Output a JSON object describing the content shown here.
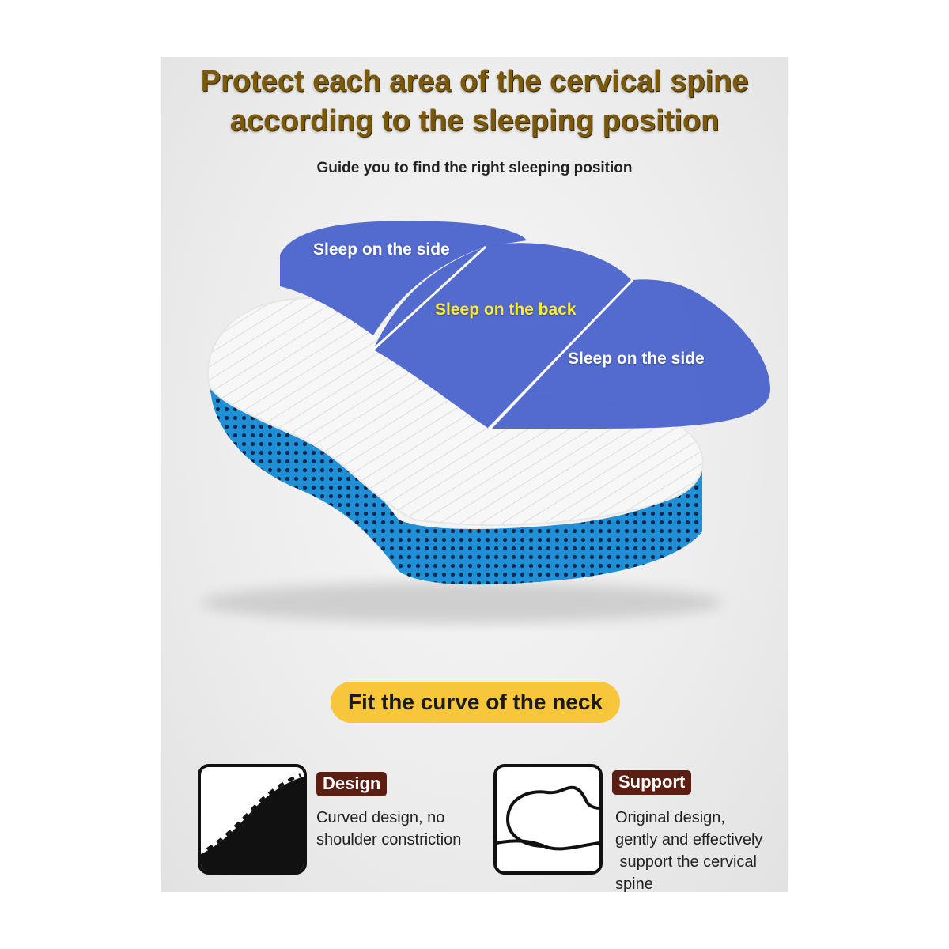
{
  "header": {
    "title_line1": "Protect each area of the cervical spine",
    "title_line2": "according to the sleeping position",
    "subtitle": "Guide you to find the right sleeping position"
  },
  "zones": {
    "left_label": "Sleep on the side",
    "center_label": "Sleep on the back",
    "right_label": "Sleep on the side",
    "zone_color": "#4a63cc",
    "center_text_color": "#ffee2e"
  },
  "callout": {
    "label": "Fit the curve of the neck",
    "color": "#f7c63b"
  },
  "features": [
    {
      "badge": "Design",
      "text_lines": [
        "Curved design, no",
        "shoulder constriction"
      ],
      "icon": "curved-pillow-icon"
    },
    {
      "badge": "Support",
      "text_lines": [
        "Original design,",
        "gently and effectively",
        " support the cervical",
        "spine"
      ],
      "icon": "head-on-pillow-icon"
    }
  ],
  "colors": {
    "headline": "#7a5a0a",
    "badge": "#5a1e12",
    "mesh_blue": "#1f8fd6"
  }
}
